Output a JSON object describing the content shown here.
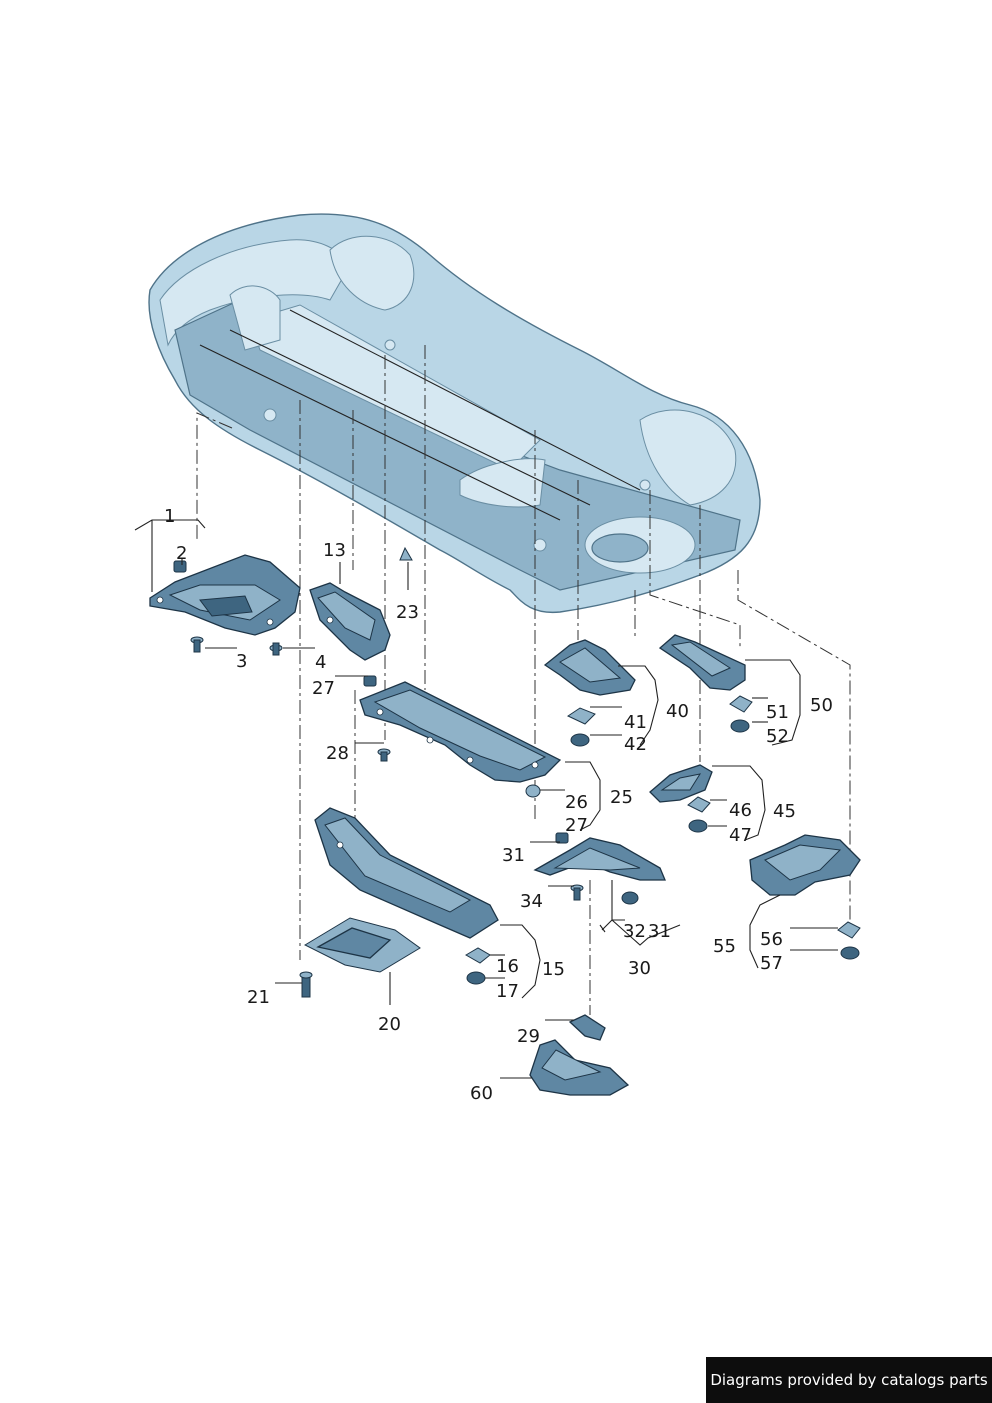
{
  "callouts": [
    "1",
    "2",
    "3",
    "4",
    "13",
    "23",
    "27",
    "28",
    "25",
    "26",
    "27",
    "31",
    "34",
    "15",
    "16",
    "17",
    "20",
    "21",
    "29",
    "60",
    "40",
    "41",
    "42",
    "50",
    "51",
    "52",
    "45",
    "46",
    "47",
    "55",
    "56",
    "57",
    "32",
    "31",
    "30"
  ],
  "credit": "Diagrams provided by catalogs parts"
}
